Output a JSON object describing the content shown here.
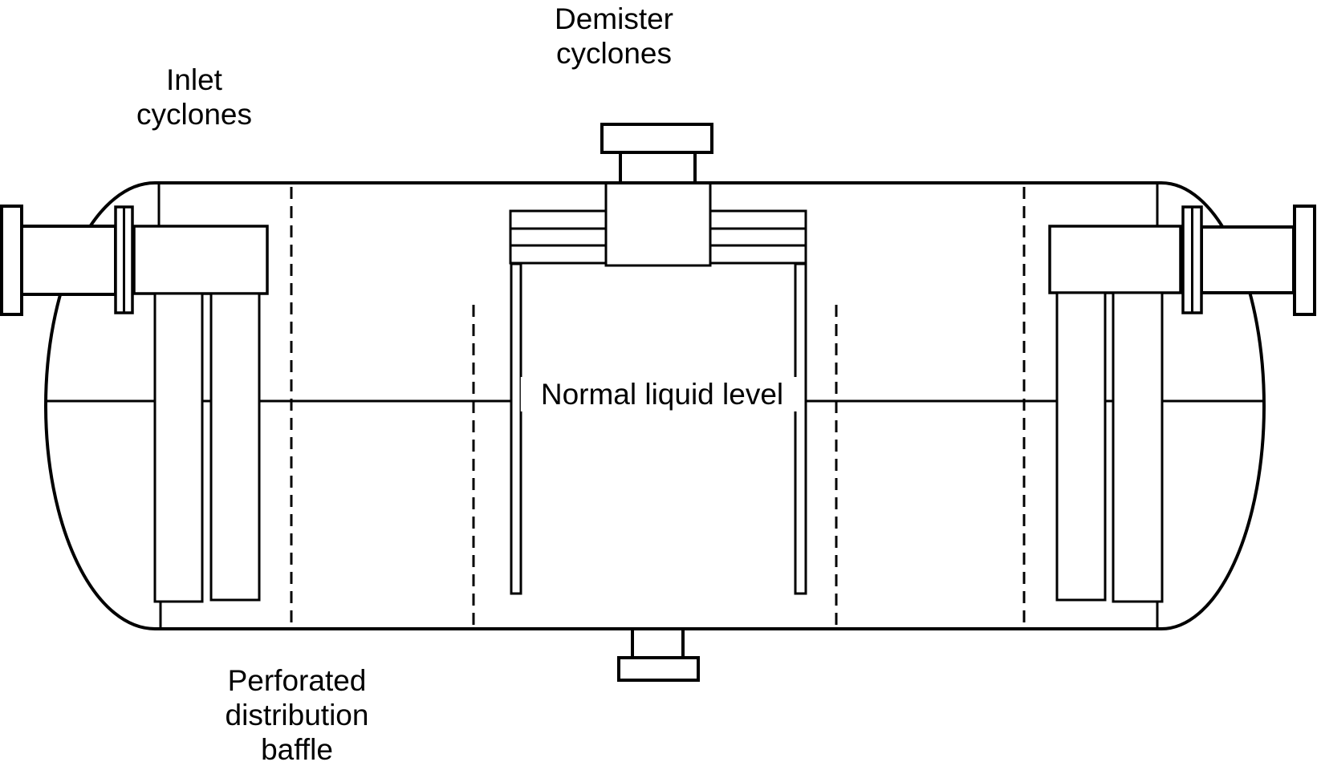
{
  "colors": {
    "ink": "#000000",
    "background": "#ffffff"
  },
  "labels": {
    "inlet_cyclones": {
      "lines": [
        "Inlet",
        "cyclones"
      ]
    },
    "demister_cyclones": {
      "lines": [
        "Demister",
        "cyclones"
      ]
    },
    "normal_liquid_level": {
      "lines": [
        "Normal liquid level"
      ]
    },
    "perforated_distribution_baffle": {
      "lines": [
        "Perforated",
        "distribution",
        "baffle"
      ]
    }
  }
}
